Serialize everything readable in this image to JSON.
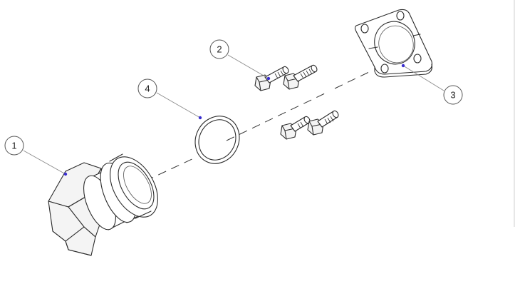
{
  "diagram": {
    "type": "exploded-assembly",
    "callouts": [
      {
        "id": "callout-1",
        "label": "1",
        "part": "hex-nut-fitting"
      },
      {
        "id": "callout-2",
        "label": "2",
        "part": "bolt-pair"
      },
      {
        "id": "callout-3",
        "label": "3",
        "part": "square-flange"
      },
      {
        "id": "callout-4",
        "label": "4",
        "part": "o-ring"
      }
    ],
    "colors": {
      "line": "#2b2b2b",
      "leader": "#8a8a8a",
      "anchor_dot": "#3a2fd0",
      "background": "#ffffff"
    }
  }
}
